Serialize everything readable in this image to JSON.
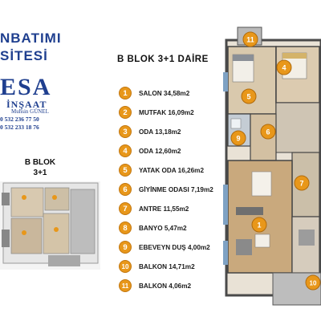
{
  "brand": {
    "line1": "NBATIMI",
    "line2": "SİTESİ",
    "line3": "ESA",
    "line4": "İNŞAAT",
    "line5": "Muhsin GÜNEL",
    "phone1": "0 532 236 77 50",
    "phone2": "0 532 233 18 76"
  },
  "block": {
    "title_line1": "B BLOK",
    "title_line2": "3+1"
  },
  "main_title": "B BLOK 3+1 DAİRE",
  "accent_color": "#e8971a",
  "legend": [
    {
      "num": "1",
      "label": "SALON 34,58m2"
    },
    {
      "num": "2",
      "label": "MUTFAK 16,09m2"
    },
    {
      "num": "3",
      "label": "ODA 13,18m2"
    },
    {
      "num": "4",
      "label": "ODA 12,60m2"
    },
    {
      "num": "5",
      "label": "YATAK ODA 16,26m2"
    },
    {
      "num": "6",
      "label": "GİYİNME ODASI 7,19m2"
    },
    {
      "num": "7",
      "label": "ANTRE 11,55m2"
    },
    {
      "num": "8",
      "label": "BANYO 5,47m2"
    },
    {
      "num": "9",
      "label": "EBEVEYN DUŞ 4,00m2"
    },
    {
      "num": "10",
      "label": "BALKON 14,71m2"
    },
    {
      "num": "11",
      "label": "BALKON 4,06m2"
    }
  ],
  "plan_markers": [
    "11",
    "4",
    "5",
    "6",
    "9",
    "7",
    "1",
    "10"
  ]
}
